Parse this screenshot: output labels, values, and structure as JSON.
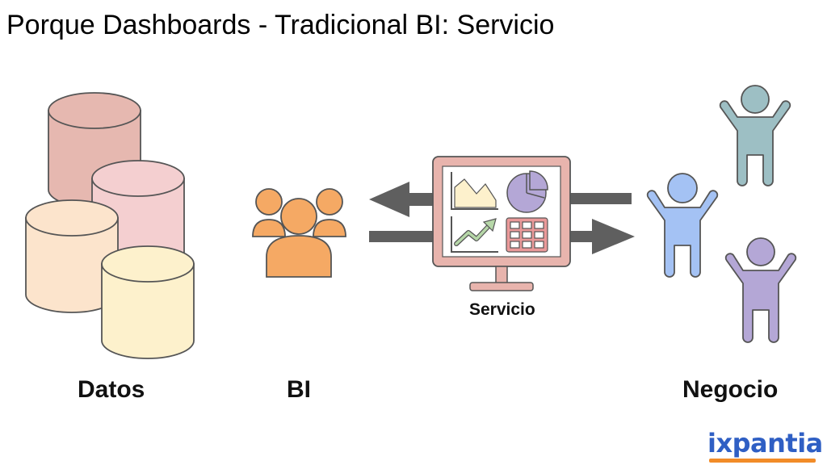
{
  "title": "Porque Dashboards - Tradicional BI: Servicio",
  "labels": {
    "datos": "Datos",
    "bi": "BI",
    "servicio": "Servicio",
    "negocio": "Negocio"
  },
  "logo": {
    "text": "ixpantia",
    "color": "#2f5fc4",
    "accent": "#f28c28"
  },
  "icons": {
    "databases": "database-cylinders-icon",
    "team": "team-group-icon",
    "monitor": "dashboard-monitor-icon",
    "arrow_left": "arrow-left-icon",
    "arrow_right": "arrow-right-icon",
    "people": "person-arms-raised-icon"
  },
  "colors": {
    "db_pink_dark": "#e6b8b0",
    "db_pink_light": "#f4cfd0",
    "db_peach": "#fce4cc",
    "db_yellow": "#fdf1cc",
    "team_orange": "#f5a964",
    "monitor_frame": "#e8b4ad",
    "arrow_gray": "#5f5f5f",
    "person_teal": "#9dbfc4",
    "person_blue": "#a4c2f4",
    "person_purple": "#b4a7d6"
  }
}
